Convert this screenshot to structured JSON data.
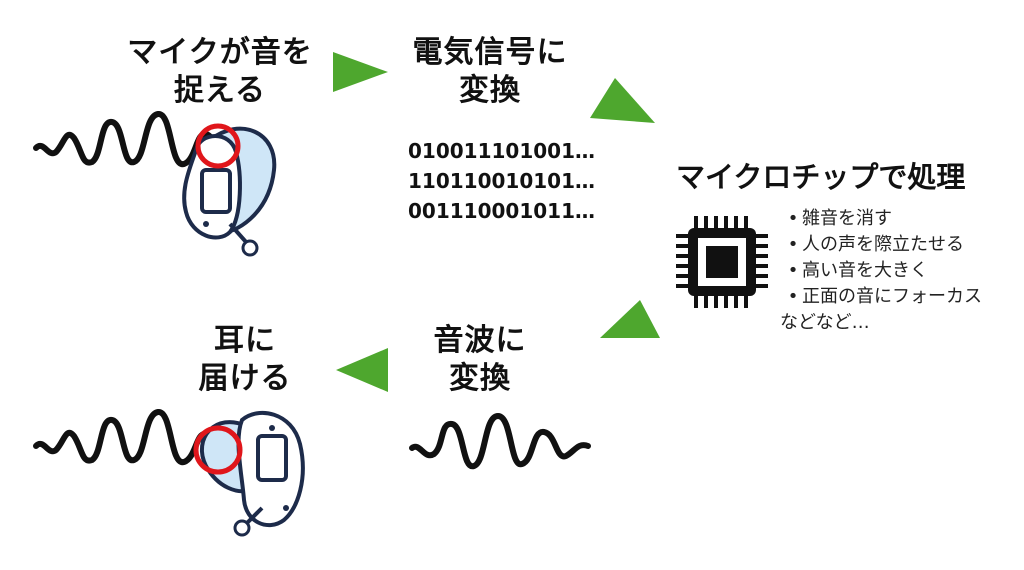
{
  "steps": {
    "capture": {
      "line1": "マイクが音を",
      "line2": "捉える"
    },
    "to_electric": {
      "line1": "電気信号に",
      "line2": "変換"
    },
    "to_sound": {
      "line1": "音波に",
      "line2": "変換"
    },
    "deliver": {
      "line1": "耳に",
      "line2": "届ける"
    }
  },
  "binary_lines": [
    "010011101001…",
    "110110010101…",
    "001110001011…"
  ],
  "chip": {
    "title": "マイクロチップで処理",
    "bullet_symbol": "•",
    "items": [
      "雑音を消す",
      "人の声を際立たせる",
      "高い音を大きく",
      "正面の音にフォーカス"
    ],
    "trailing": "などなど…"
  },
  "icons": [
    "hearing-aid-icon",
    "sound-wave-icon",
    "microchip-icon",
    "arrow-icon"
  ],
  "colors": {
    "arrow": "#4ea72e",
    "mic_circle": "#e0161b",
    "device_fill": "#cfe6f7",
    "ink": "#111111"
  }
}
